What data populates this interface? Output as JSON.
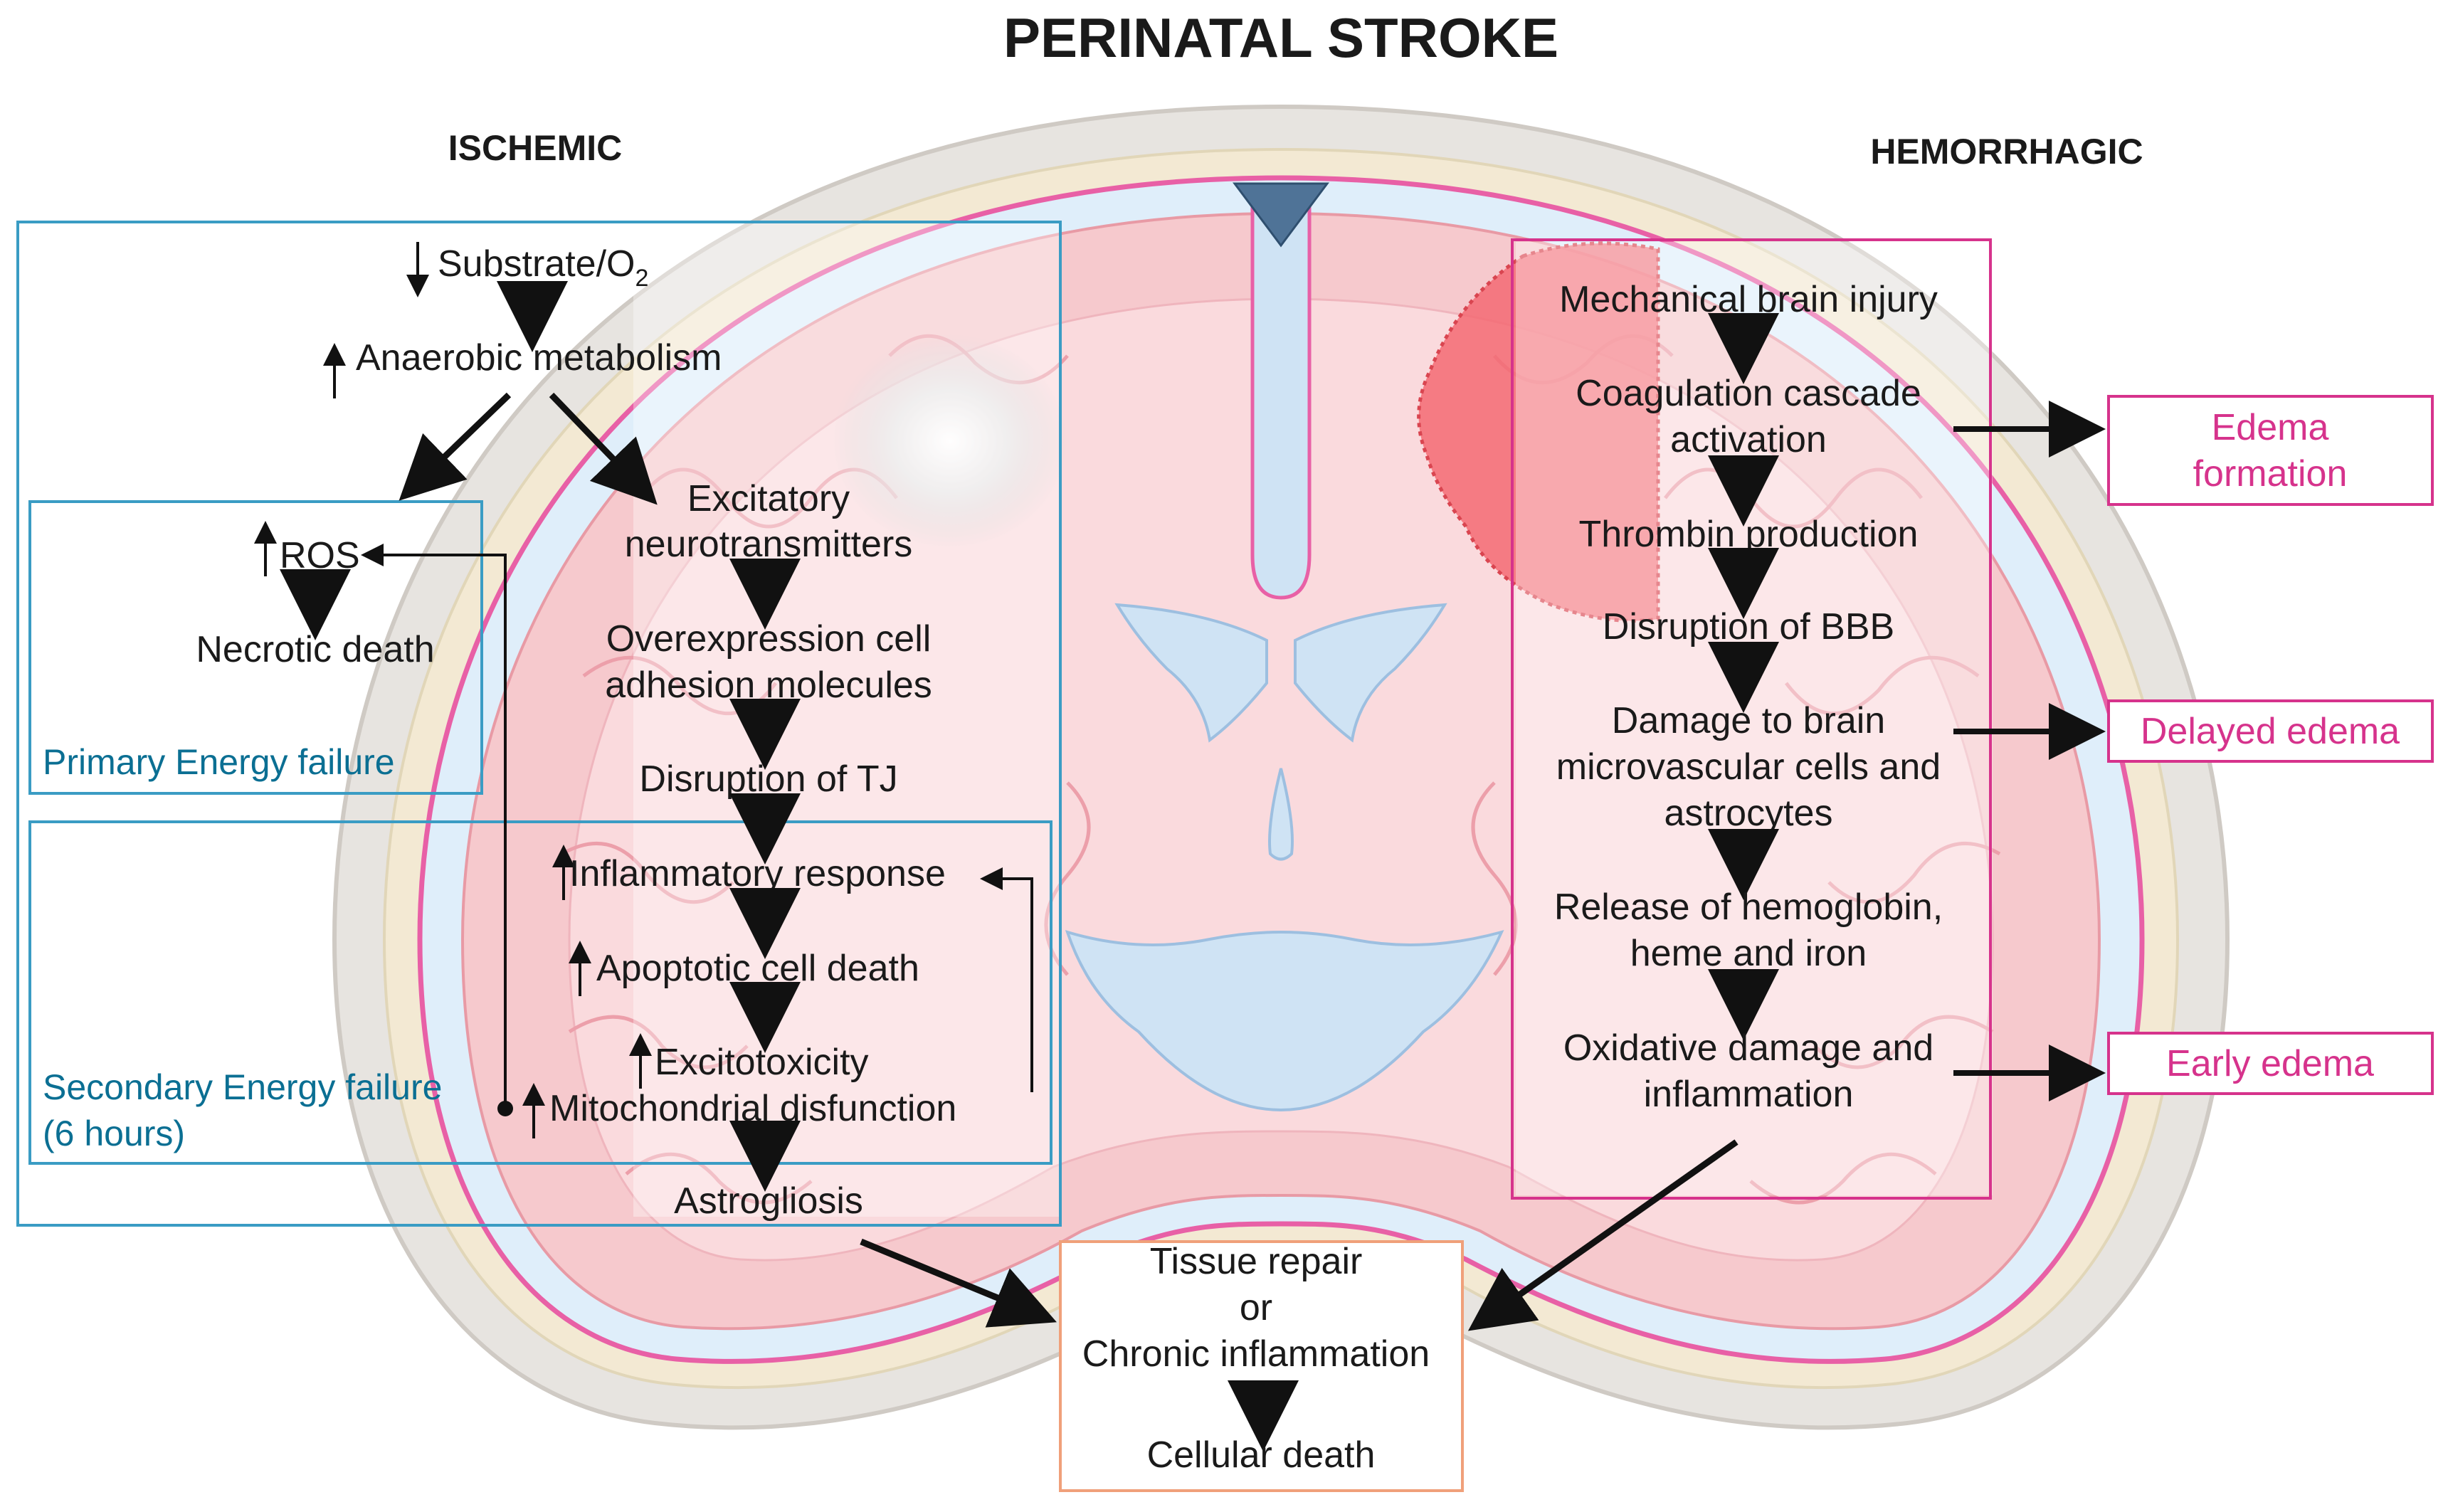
{
  "title": "PERINATAL STROKE",
  "ischemic": {
    "heading": "ISCHEMIC",
    "substrate": "Substrate/O",
    "substrate_sub": "2",
    "anaerobic": "Anaerobic metabolism",
    "ros": "ROS",
    "necrotic": "Necrotic death",
    "primary_label": "Primary Energy failure",
    "excitatory_1": "Excitatory",
    "excitatory_2": "neurotransmitters",
    "overexpression_1": "Overexpression cell",
    "overexpression_2": "adhesion molecules",
    "disruption_tj": "Disruption of TJ",
    "inflammatory": "Inflammatory response",
    "apoptotic": "Apoptotic cell death",
    "excitotoxicity": "Excitotoxicity",
    "mitochondrial": "Mitochondrial disfunction",
    "astrogliosis": "Astrogliosis",
    "secondary_label_1": "Secondary Energy failure",
    "secondary_label_2": "(6 hours)"
  },
  "hemorrhagic": {
    "heading": "HEMORRHAGIC",
    "mechanical": "Mechanical brain  injury",
    "coagulation_1": "Coagulation cascade",
    "coagulation_2": "activation",
    "thrombin": "Thrombin production",
    "bbb": "Disruption of BBB",
    "damage_1": "Damage to brain",
    "damage_2": "microvascular cells and",
    "damage_3": "astrocytes",
    "release_1": "Release of hemoglobin,",
    "release_2": "heme and iron",
    "oxidative_1": "Oxidative damage and",
    "oxidative_2": "inflammation",
    "edema_formation_1": "Edema",
    "edema_formation_2": "formation",
    "delayed_edema": "Delayed edema",
    "early_edema": "Early edema"
  },
  "outcome": {
    "tissue_repair": "Tissue repair",
    "or": "or",
    "chronic": "Chronic inflammation",
    "cellular_death": "Cellular death"
  },
  "colors": {
    "ischemic_box": "#3a9cc4",
    "hemorrhagic_box": "#d6338c",
    "outcome_box": "#f0a07a",
    "brain": "#f4b9c0",
    "ventricle": "#cfe3f4",
    "hemorrhage": "#f36a73"
  }
}
